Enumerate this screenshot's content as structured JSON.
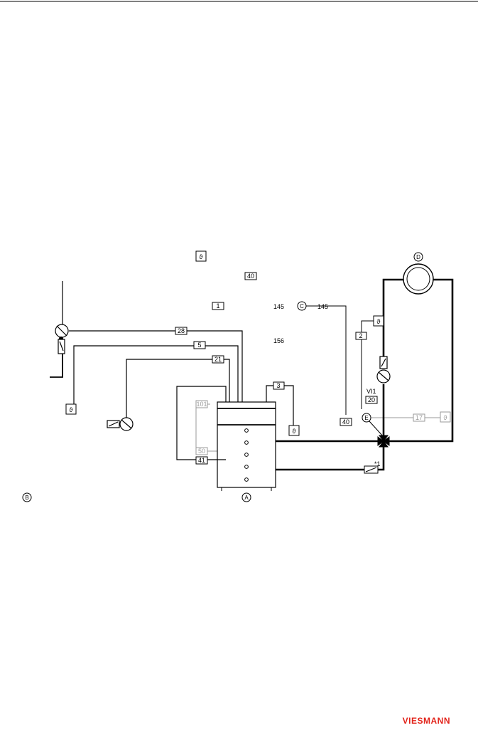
{
  "terminals": {
    "t1": "1",
    "t2": "2",
    "t3": "3",
    "t5": "5",
    "t20": "20",
    "t21": "21",
    "t28": "28",
    "t40a": "40",
    "t40b": "40",
    "t41": "41",
    "t17": "17",
    "t50": "50",
    "t101": "101"
  },
  "text_labels": {
    "n145a": "145",
    "n145b": "145",
    "n156": "156",
    "vi1": "VI1",
    "star1": "*1"
  },
  "sensor_symbol": "ϑ",
  "component_letters": {
    "a": "A",
    "b": "B",
    "c": "C",
    "d": "D",
    "e": "E"
  },
  "brand": {
    "logo_text": "VIESMANN",
    "color": "#e2231a"
  },
  "colors": {
    "line": "#000000",
    "grey": "#9a9a9a",
    "accent": "#e2231a"
  }
}
